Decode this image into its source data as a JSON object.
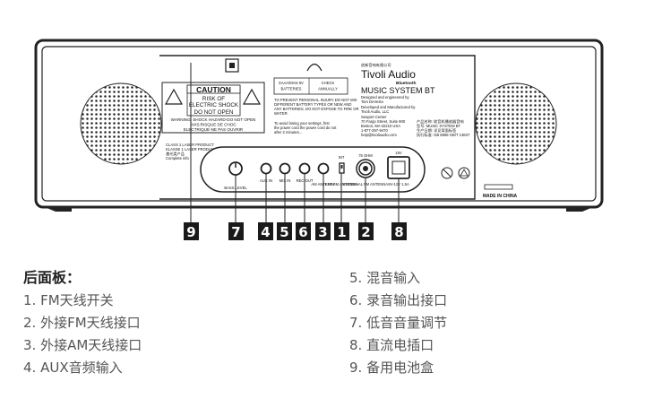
{
  "device": {
    "caution_title": "CAUTION",
    "caution_lines": [
      "RISK OF",
      "ELECTRIC SHOCK",
      "DO NOT OPEN"
    ],
    "warning_lines": [
      "WARNING: SHOCK HAZARD-DO NOT OPEN",
      "AVIS:RISQUE DE CHOC",
      "ELECTRIQUE-NE PAS OUVRIR"
    ],
    "laser_lines": [
      "CLASS 1 LASER PRODUCT",
      "KLASSE 1 LASER PRODUKT",
      "激光类产品",
      "Complete info"
    ],
    "battery_label": "BATTERIES",
    "check_label": "CHECK",
    "annually_label": "ANNUALLY",
    "battery_note_lines": [
      "TO PREVENT PERSONAL INJURY DO NOT MIX",
      "DIFFERENT BATTERY TYPES OR NEW AND",
      "ANY BATTERIES. DO NOT EXPOSE TO FIRE OR",
      "WATER."
    ],
    "replace_note_lines": [
      "To avoid losing your settings, first",
      "the power cord the power cord do not",
      "after 2 minutes..."
    ],
    "brand_cn": "创新音响有限公司",
    "brand": "Tivoli Audio",
    "bluetooth": "Bluetooth",
    "model": "MUSIC SYSTEM BT",
    "info_lines": [
      "Designed and engineered by",
      "Tom DeVesto",
      "Developed and Manufactured by",
      "Tivoli Audio, LLC",
      "Seaport Center",
      "70 Fargo Street, Suite 900",
      "Boston, MA 02210 USA",
      "1-877-297-9470",
      "help@tivoliaudio.com"
    ],
    "info_cn_lines": [
      "产品名称: 收音机播放器音响",
      "型号: MUSIC SYSTEM BT",
      "生产日期: 详见背面标签",
      "执行标准: GB 8898 GB/T 13837"
    ],
    "made_in": "MADE IN CHINA",
    "port_labels": {
      "bass": "BASS LEVEL",
      "aux": "AUX IN",
      "mix": "MIX IN",
      "rec": "REC OUT",
      "am": "AM ANTENNA",
      "fm_ext": "EXT FM ANTENNA",
      "fm_switch_top": "INT",
      "fm_switch": "FM SWITCH",
      "external": "EXTERNAL FM ANTENNA",
      "dc_top": "15V",
      "dc": "9V-12V 1.5A"
    },
    "badges": [
      "9",
      "7",
      "4",
      "5",
      "6",
      "3",
      "1",
      "2",
      "8"
    ]
  },
  "legend": {
    "title": "后面板：",
    "left_items": [
      "1. FM天线开关",
      "2. 外接FM天线接口",
      "3. 外接AM天线接口",
      "4. AUX音频输入"
    ],
    "right_items": [
      "5. 混音输入",
      "6. 录音输出接口",
      "7. 低音音量调节",
      "8. 直流电插口",
      "9. 备用电池盒"
    ]
  }
}
